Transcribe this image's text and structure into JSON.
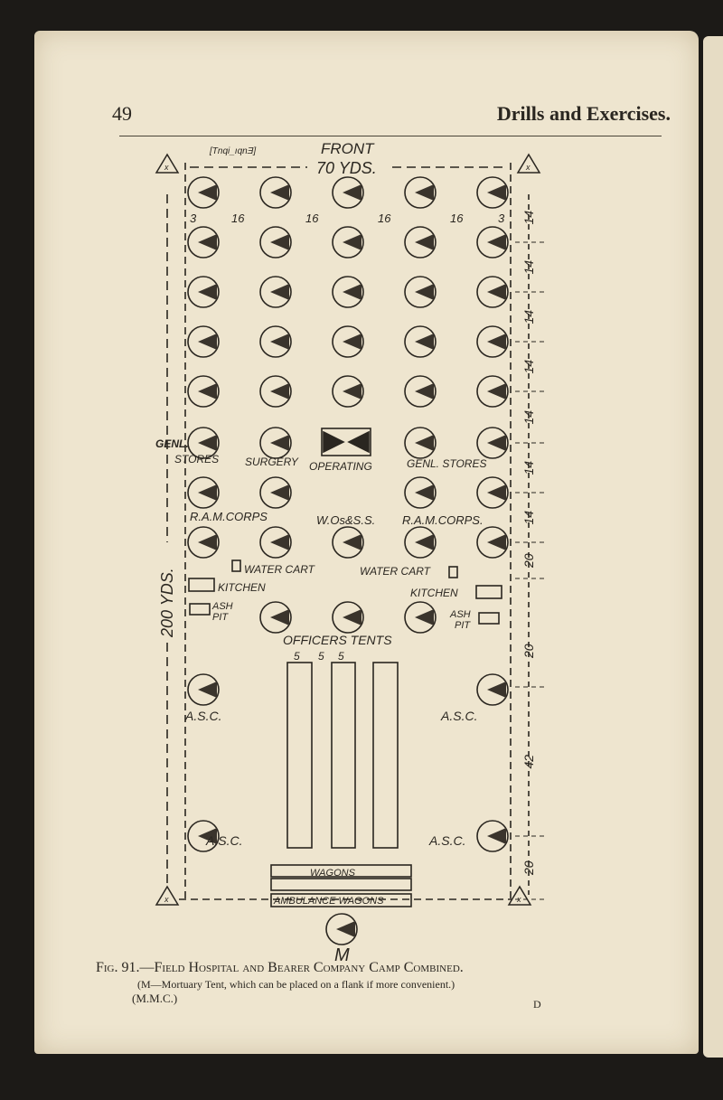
{
  "header": {
    "page_number": "49",
    "running_title": "Drills and Exercises.",
    "mirror_text": "[Tnqi_ıqnƎ]"
  },
  "diagram": {
    "front": "FRONT",
    "width_label": "70 YDS.",
    "depth_label": "200 YDS.",
    "spacing": [
      "3",
      "16",
      "16",
      "16",
      "16",
      "3"
    ],
    "right_dims": [
      "14",
      "14",
      "14",
      "14",
      "14",
      "14",
      "14",
      "20",
      "20",
      "42",
      "20"
    ],
    "labels": {
      "genl_left": "GENL.",
      "stores_left": "STORES",
      "surgery": "SURGERY",
      "operating": "OPERATING",
      "genl_stores_right": "GENL. STORES",
      "ramc_left": "R.A.M.CORPS",
      "wos": "W.Os&S.S.",
      "ramc_right": "R.A.M.CORPS.",
      "water_cart_left": "WATER CART",
      "water_cart_right": "WATER CART",
      "kitchen_left": "KITCHEN",
      "kitchen_right": "KITCHEN",
      "ash_left": "ASH",
      "pit_left": "PIT",
      "ash_right": "ASH",
      "pit_right": "PIT",
      "officers_tents": "OFFICERS TENTS",
      "officer_counts": [
        "5",
        "5",
        "5"
      ],
      "asc_left": "A.S.C.",
      "asc_right": "A.S.C.",
      "asc_left2": "A.S.C.",
      "asc_right2": "A.S.C.",
      "wagons": "WAGONS",
      "ambulance_wagons": "AMBULANCE WAGONS",
      "mortuary": "M"
    }
  },
  "caption": {
    "title": "Fig. 91.—Field Hospital and Bearer Company Camp Combined.",
    "note": "(M—Mortuary Tent, which can be placed on a flank if more convenient.)",
    "credit": "(M.M.C.)",
    "signature": "D"
  }
}
